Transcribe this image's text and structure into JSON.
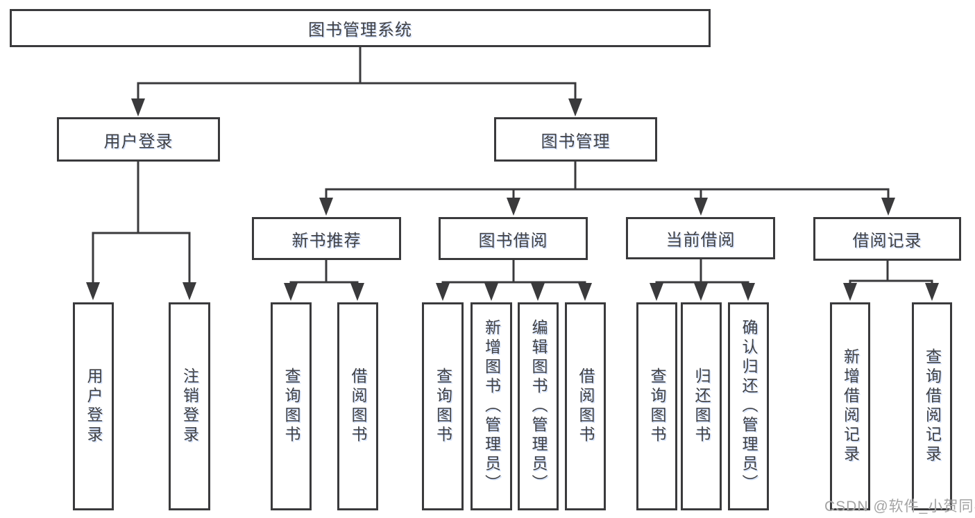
{
  "diagram_title": "图书管理系统",
  "nodes": {
    "root": "图书管理系统",
    "user_login": "用户登录",
    "book_mgmt": "图书管理",
    "new_book_rec": "新书推荐",
    "book_borrow": "图书借阅",
    "current_borrow": "当前借阅",
    "borrow_record": "借阅记录",
    "leaves": {
      "user_login": [
        "用户登录",
        "注销登录"
      ],
      "new_book_rec": [
        "查询图书",
        "借阅图书"
      ],
      "book_borrow": [
        "查询图书",
        "新增图书（管理员）",
        "编辑图书（管理员）",
        "借阅图书"
      ],
      "current_borrow": [
        "查询图书",
        "归还图书",
        "确认归还（管理员）"
      ],
      "borrow_record": [
        "新增借阅记录",
        "查询借阅记录"
      ]
    }
  },
  "watermark": "CSDN @软件_小贺同学",
  "colors": {
    "line": "#3a3a3c",
    "text": "#414144",
    "background": "#ffffff",
    "watermark": "#a3a3a3"
  }
}
